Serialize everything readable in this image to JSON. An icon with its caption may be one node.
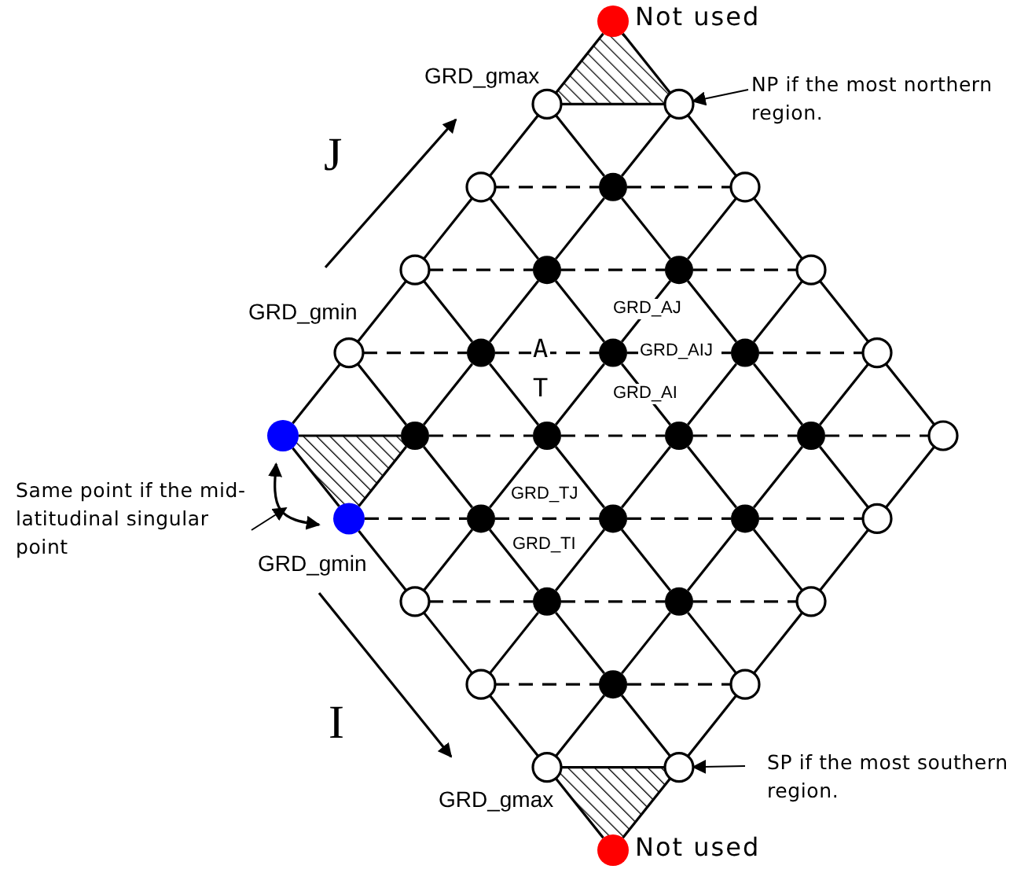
{
  "diagram": {
    "nodes": [
      {
        "text": [],
        "shape": "circle",
        "beside": [
          "Not used"
        ]
      },
      {
        "text": [],
        "shape": "circle"
      },
      {
        "text": [],
        "shape": "circle"
      },
      {
        "text": [],
        "shape": "circle"
      },
      {
        "text": [],
        "shape": "circle"
      },
      {
        "text": [],
        "shape": "circle"
      },
      {
        "text": [],
        "shape": "circle"
      },
      {
        "text": [],
        "shape": "circle"
      },
      {
        "text": [],
        "shape": "circle"
      },
      {
        "text": [],
        "shape": "circle"
      },
      {
        "text": [],
        "shape": "circle"
      },
      {
        "text": [],
        "shape": "circle"
      },
      {
        "text": [],
        "shape": "circle"
      },
      {
        "text": [],
        "shape": "circle"
      },
      {
        "text": [],
        "shape": "circle"
      },
      {
        "text": [],
        "shape": "circle"
      },
      {
        "text": [],
        "shape": "circle"
      },
      {
        "text": [],
        "shape": "circle"
      },
      {
        "text": [],
        "shape": "circle"
      },
      {
        "text": [],
        "shape": "circle"
      },
      {
        "text": [],
        "shape": "circle"
      },
      {
        "text": [],
        "shape": "circle"
      },
      {
        "text": [],
        "shape": "circle"
      },
      {
        "text": [],
        "shape": "circle"
      },
      {
        "text": [],
        "shape": "circle"
      },
      {
        "text": [],
        "shape": "circle"
      },
      {
        "text": [],
        "shape": "circle"
      },
      {
        "text": [],
        "shape": "circle"
      },
      {
        "text": [],
        "shape": "circle"
      },
      {
        "text": [],
        "shape": "circle"
      },
      {
        "text": [],
        "shape": "circle"
      },
      {
        "text": [],
        "shape": "circle"
      },
      {
        "text": [],
        "shape": "circle"
      },
      {
        "text": [],
        "shape": "circle"
      },
      {
        "text": [],
        "shape": "circle"
      },
      {
        "text": [],
        "shape": "circle",
        "beside": [
          "Not used"
        ]
      },
      {
        "text": [
          "NP if the most northern region."
        ]
      },
      {
        "text": [
          "SP if the most southern region."
        ]
      },
      {
        "text": [
          "Same point if the mid-latitudinal singular point"
        ]
      }
    ],
    "edges": [
      {
        "from": 15,
        "to": 10,
        "arrow": "none"
      },
      {
        "from": 10,
        "to": 6,
        "arrow": "none"
      },
      {
        "from": 6,
        "to": 3,
        "arrow": "none"
      },
      {
        "from": 3,
        "to": 1,
        "arrow": "none"
      },
      {
        "from": 1,
        "to": 0,
        "arrow": "none"
      },
      {
        "from": 21,
        "to": 16,
        "arrow": "none"
      },
      {
        "from": 16,
        "to": 11,
        "arrow": "none"
      },
      {
        "from": 11,
        "to": 7,
        "arrow": "none"
      },
      {
        "from": 7,
        "to": 4,
        "arrow": "none"
      },
      {
        "from": 4,
        "to": 2,
        "arrow": "none"
      },
      {
        "from": 26,
        "to": 22,
        "arrow": "none"
      },
      {
        "from": 22,
        "to": 17,
        "arrow": "none"
      },
      {
        "from": 17,
        "to": 12,
        "arrow": "none"
      },
      {
        "from": 12,
        "to": 8,
        "arrow": "none"
      },
      {
        "from": 8,
        "to": 5,
        "arrow": "none"
      },
      {
        "from": 30,
        "to": 27,
        "arrow": "none"
      },
      {
        "from": 27,
        "to": 23,
        "arrow": "none"
      },
      {
        "from": 23,
        "to": 18,
        "arrow": "none"
      },
      {
        "from": 18,
        "to": 13,
        "arrow": "none"
      },
      {
        "from": 13,
        "to": 9,
        "arrow": "none"
      },
      {
        "from": 33,
        "to": 31,
        "arrow": "none"
      },
      {
        "from": 31,
        "to": 28,
        "arrow": "none"
      },
      {
        "from": 28,
        "to": 24,
        "arrow": "none"
      },
      {
        "from": 24,
        "to": 19,
        "arrow": "none"
      },
      {
        "from": 19,
        "to": 14,
        "arrow": "none"
      },
      {
        "from": 35,
        "to": 34,
        "arrow": "none"
      },
      {
        "from": 34,
        "to": 32,
        "arrow": "none"
      },
      {
        "from": 32,
        "to": 29,
        "arrow": "none"
      },
      {
        "from": 29,
        "to": 25,
        "arrow": "none"
      },
      {
        "from": 25,
        "to": 20,
        "arrow": "none"
      },
      {
        "from": 15,
        "to": 21,
        "arrow": "none"
      },
      {
        "from": 21,
        "to": 26,
        "arrow": "none"
      },
      {
        "from": 26,
        "to": 30,
        "arrow": "none"
      },
      {
        "from": 30,
        "to": 33,
        "arrow": "none"
      },
      {
        "from": 33,
        "to": 35,
        "arrow": "none"
      },
      {
        "from": 10,
        "to": 16,
        "arrow": "none"
      },
      {
        "from": 16,
        "to": 22,
        "arrow": "none"
      },
      {
        "from": 22,
        "to": 27,
        "arrow": "none"
      },
      {
        "from": 27,
        "to": 31,
        "arrow": "none"
      },
      {
        "from": 31,
        "to": 34,
        "arrow": "none"
      },
      {
        "from": 6,
        "to": 11,
        "arrow": "none"
      },
      {
        "from": 11,
        "to": 17,
        "arrow": "none"
      },
      {
        "from": 17,
        "to": 23,
        "arrow": "none"
      },
      {
        "from": 23,
        "to": 28,
        "arrow": "none"
      },
      {
        "from": 28,
        "to": 32,
        "arrow": "none"
      },
      {
        "from": 3,
        "to": 7,
        "arrow": "none"
      },
      {
        "from": 7,
        "to": 12,
        "arrow": "none"
      },
      {
        "from": 12,
        "to": 18,
        "arrow": "none"
      },
      {
        "from": 18,
        "to": 24,
        "arrow": "none"
      },
      {
        "from": 24,
        "to": 29,
        "arrow": "none"
      },
      {
        "from": 1,
        "to": 4,
        "arrow": "none"
      },
      {
        "from": 4,
        "to": 8,
        "arrow": "none"
      },
      {
        "from": 8,
        "to": 13,
        "arrow": "none"
      },
      {
        "from": 13,
        "to": 19,
        "arrow": "none"
      },
      {
        "from": 19,
        "to": 25,
        "arrow": "none"
      },
      {
        "from": 0,
        "to": 2,
        "arrow": "none"
      },
      {
        "from": 2,
        "to": 5,
        "arrow": "none"
      },
      {
        "from": 5,
        "to": 9,
        "arrow": "none"
      },
      {
        "from": 9,
        "to": 14,
        "arrow": "none"
      },
      {
        "from": 14,
        "to": 20,
        "arrow": "none"
      },
      {
        "from": 1,
        "to": 2,
        "arrow": "none"
      },
      {
        "from": 3,
        "to": 4,
        "arrow": "none",
        "style": "dashed"
      },
      {
        "from": 4,
        "to": 5,
        "arrow": "none",
        "style": "dashed"
      },
      {
        "from": 6,
        "to": 7,
        "arrow": "none",
        "style": "dashed"
      },
      {
        "from": 7,
        "to": 8,
        "arrow": "none",
        "style": "dashed"
      },
      {
        "from": 8,
        "to": 9,
        "arrow": "none",
        "style": "dashed"
      },
      {
        "from": 10,
        "to": 11,
        "arrow": "none",
        "style": "dashed"
      },
      {
        "from": 11,
        "to": 12,
        "arrow": "none",
        "style": "dashed"
      },
      {
        "from": 12,
        "to": 13,
        "arrow": "none",
        "style": "dashed"
      },
      {
        "from": 13,
        "to": 14,
        "arrow": "none",
        "style": "dashed"
      },
      {
        "from": 15,
        "to": 16,
        "arrow": "none"
      },
      {
        "from": 16,
        "to": 17,
        "arrow": "none",
        "style": "dashed"
      },
      {
        "from": 17,
        "to": 18,
        "arrow": "none",
        "style": "dashed"
      },
      {
        "from": 18,
        "to": 19,
        "arrow": "none",
        "style": "dashed"
      },
      {
        "from": 19,
        "to": 20,
        "arrow": "none",
        "style": "dashed"
      },
      {
        "from": 21,
        "to": 22,
        "arrow": "none",
        "style": "dashed"
      },
      {
        "from": 22,
        "to": 23,
        "arrow": "none",
        "style": "dashed"
      },
      {
        "from": 23,
        "to": 24,
        "arrow": "none",
        "style": "dashed"
      },
      {
        "from": 24,
        "to": 25,
        "arrow": "none",
        "style": "dashed"
      },
      {
        "from": 26,
        "to": 27,
        "arrow": "none",
        "style": "dashed"
      },
      {
        "from": 27,
        "to": 28,
        "arrow": "none",
        "style": "dashed"
      },
      {
        "from": 28,
        "to": 29,
        "arrow": "none",
        "style": "dashed"
      },
      {
        "from": 30,
        "to": 31,
        "arrow": "none",
        "style": "dashed"
      },
      {
        "from": 31,
        "to": 32,
        "arrow": "none",
        "style": "dashed"
      },
      {
        "from": 33,
        "to": 34,
        "arrow": "none"
      },
      {
        "from": 36,
        "to": 2,
        "arrow": "to"
      },
      {
        "from": 37,
        "to": 34,
        "arrow": "to"
      },
      {
        "from": 38,
        "to": null,
        "arrow": "to"
      },
      {
        "from": 15,
        "to": 21,
        "arrow": "both"
      }
    ],
    "labels": [
      "GRD_gmax",
      "J",
      "GRD_gmin",
      "GRD_AJ",
      "A",
      "GRD_AIJ",
      "T",
      "GRD_AI",
      "GRD_TJ",
      "GRD_TI",
      "GRD_gmin",
      "I",
      "GRD_gmax"
    ]
  }
}
